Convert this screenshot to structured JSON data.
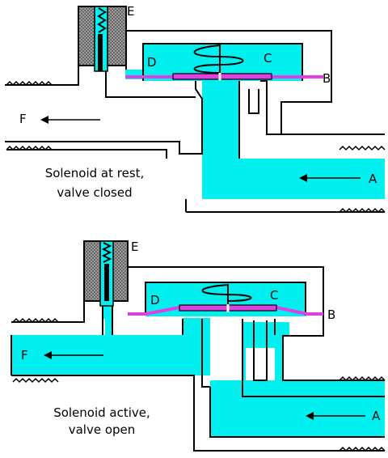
{
  "colors": {
    "fluid": "#00f0f0",
    "membrane": "#e040e0",
    "coil_fill": "#808080",
    "outline": "#000000"
  },
  "top_panel": {
    "caption_line1": "Solenoid at rest,",
    "caption_line2": "valve closed",
    "labels": {
      "e": "E",
      "d": "D",
      "c": "C",
      "b": "B",
      "f": "F",
      "a": "A"
    },
    "state": "closed"
  },
  "bottom_panel": {
    "caption_line1": "Solenoid active,",
    "caption_line2": "valve open",
    "labels": {
      "e": "E",
      "d": "D",
      "c": "C",
      "b": "B",
      "f": "F",
      "a": "A"
    },
    "state": "open"
  },
  "icons": {
    "solenoid": "solenoid-coil-icon",
    "spring": "spring-icon",
    "flow_arrow": "arrow-left-icon"
  }
}
